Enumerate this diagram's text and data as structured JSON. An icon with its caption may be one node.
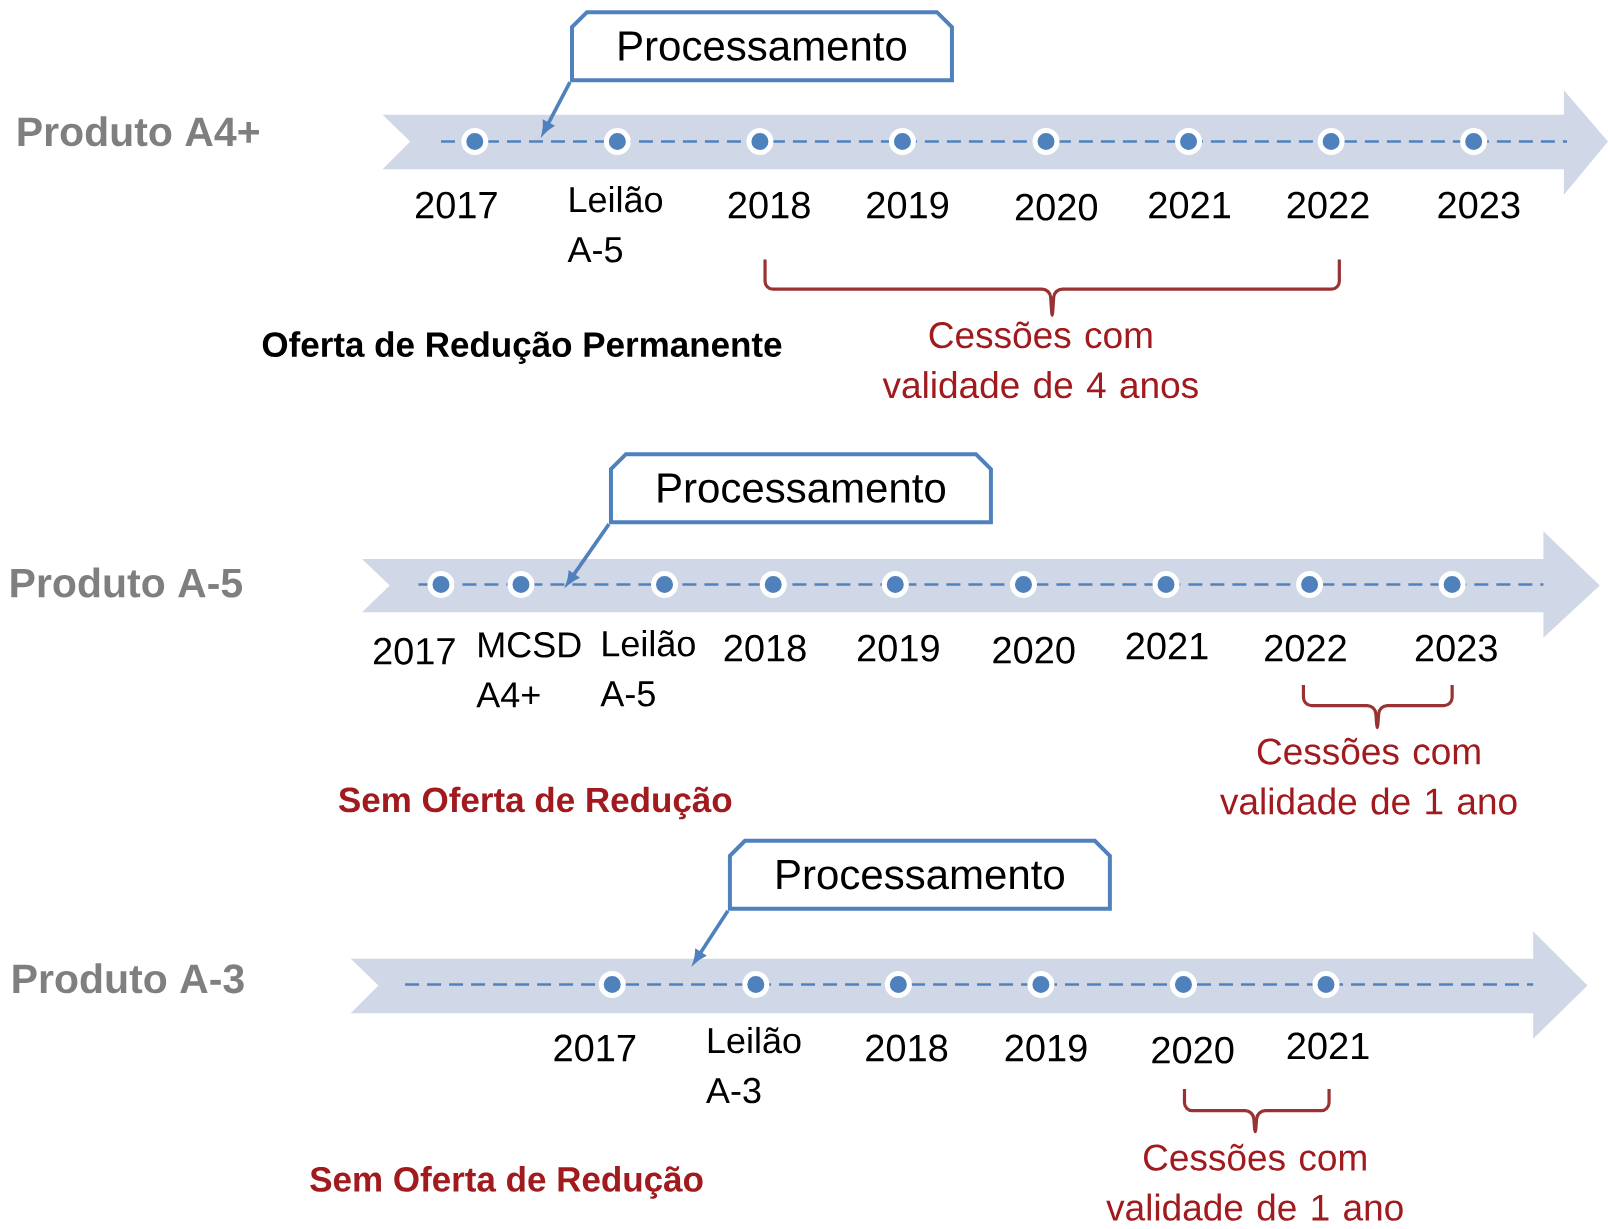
{
  "diagram": {
    "nodes": [
      {
        "text": [
          "Processamento"
        ]
      },
      {
        "text": [
          "Processamento"
        ]
      },
      {
        "text": [
          "Processamento"
        ]
      }
    ],
    "edges": [
      {
        "from": 0,
        "to": null,
        "arrow": "to"
      },
      {
        "from": 1,
        "to": null,
        "arrow": "to"
      },
      {
        "from": 2,
        "to": null,
        "arrow": "to"
      }
    ],
    "labels": [
      "Produto A4+",
      "2017",
      "Leilão A-5",
      "2018",
      "2019",
      "2020",
      "2021",
      "2022",
      "2023",
      "Oferta de Redução Permanente",
      "Cessões com validade de 4 anos",
      "Produto A-5",
      "2017",
      "MCSD A4+",
      "Leilão A-5",
      "2018",
      "2019",
      "2020",
      "2021",
      "2022",
      "2023",
      "Cessões com validade de 1 ano",
      "Sem Oferta de Redução",
      "Produto A-3",
      "2017",
      "Leilão A-3",
      "2018",
      "2019",
      "2020",
      "2021",
      "Sem Oferta de Redução",
      "Cessões com validade de 1 ano"
    ]
  }
}
